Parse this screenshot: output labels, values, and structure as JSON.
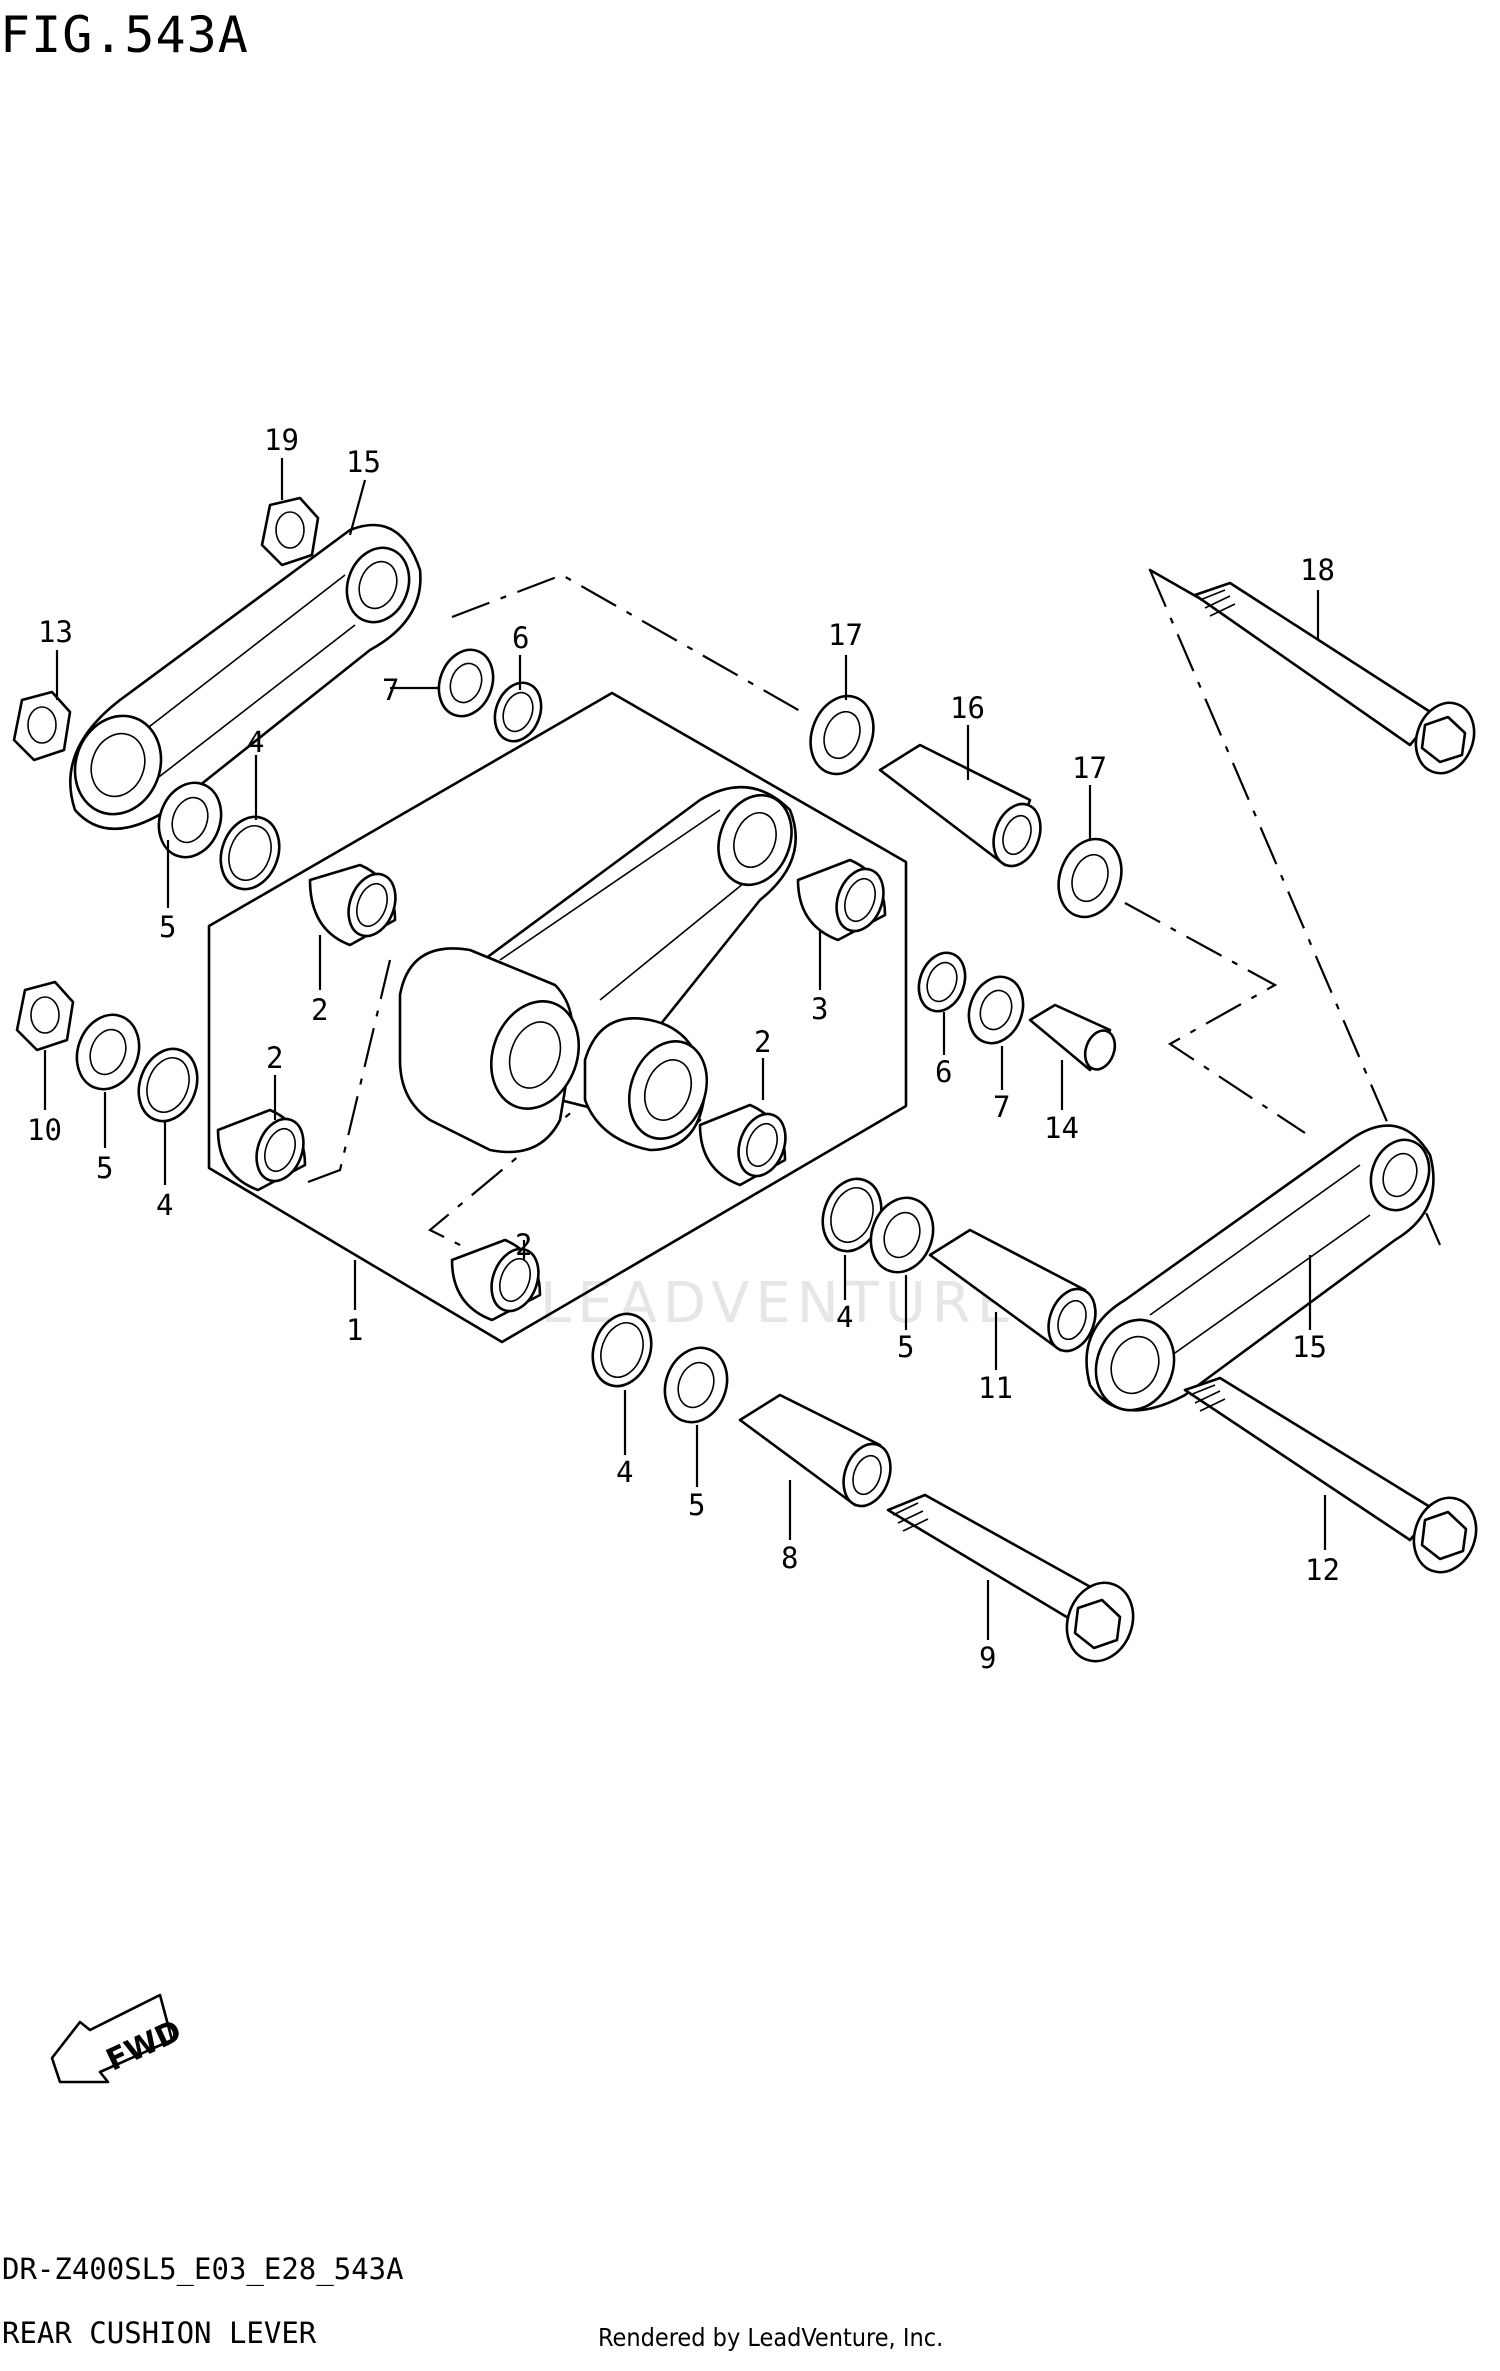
{
  "figure": {
    "title": "FIG.543A",
    "model_code": "DR-Z400SL5_E03_E28_543A",
    "section_name": "REAR CUSHION LEVER",
    "credit": "Rendered by LeadVenture, Inc.",
    "watermark": "LEADVENTURE",
    "fwd_label": "FWD"
  },
  "callouts": {
    "c1": "1",
    "c2a": "2",
    "c2b": "2",
    "c2c": "2",
    "c2d": "2",
    "c3": "3",
    "c4a": "4",
    "c4b": "4",
    "c4c": "4",
    "c4d": "4",
    "c5a": "5",
    "c5b": "5",
    "c5c": "5",
    "c5d": "5",
    "c6a": "6",
    "c6b": "6",
    "c7a": "7",
    "c7b": "7",
    "c8": "8",
    "c9": "9",
    "c10": "10",
    "c11": "11",
    "c12": "12",
    "c13": "13",
    "c14": "14",
    "c15a": "15",
    "c15b": "15",
    "c16": "16",
    "c17a": "17",
    "c17b": "17",
    "c18": "18",
    "c19": "19"
  }
}
